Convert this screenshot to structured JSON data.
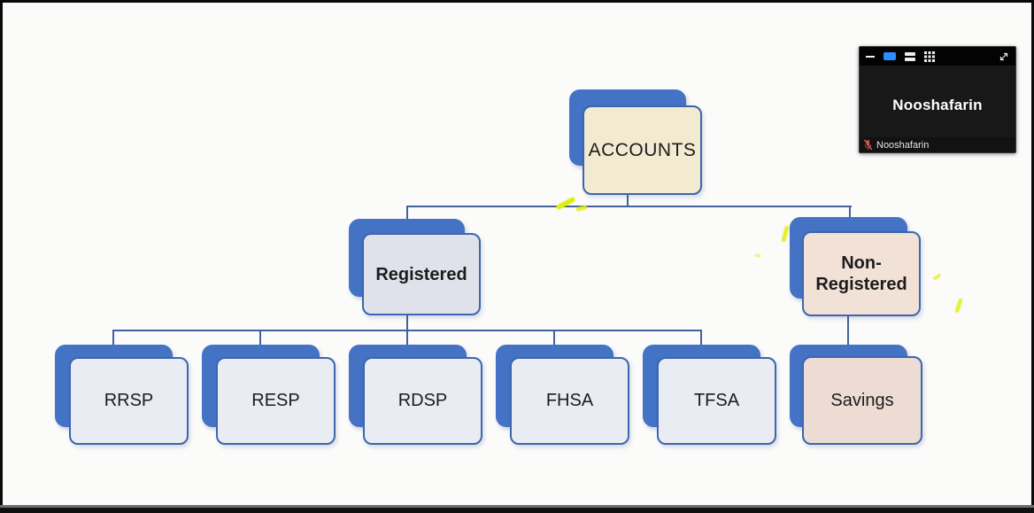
{
  "frame": {
    "background": "#fbfbfa",
    "border_color": "#0a0a0a",
    "bottom_bar_gray": "#6e6e6e"
  },
  "diagram": {
    "colors": {
      "connector": "#44619e",
      "back_shape_blue": "#4472c4",
      "border_blue": "#3c66ae",
      "annotation_yellow": "#e0ef06"
    },
    "root": {
      "label": "ACCOUNTS",
      "fill": "#f2ebd1"
    },
    "branches": [
      {
        "id": "registered",
        "label": "Registered",
        "fill": "#dfe2eb"
      },
      {
        "id": "non-registered",
        "label": "Non-\nRegistered",
        "fill": "#f2e1d7"
      }
    ],
    "leaves": [
      {
        "id": "rrsp",
        "label": "RRSP",
        "fill": "#e9ecf3"
      },
      {
        "id": "resp",
        "label": "RESP",
        "fill": "#e9ecf3"
      },
      {
        "id": "rdsp",
        "label": "RDSP",
        "fill": "#e9ecf3"
      },
      {
        "id": "fhsa",
        "label": "FHSA",
        "fill": "#e9ecf3"
      },
      {
        "id": "tfsa",
        "label": "TFSA",
        "fill": "#e9ecf3"
      },
      {
        "id": "savings",
        "label": "Savings",
        "fill": "#ecdcd3"
      }
    ]
  },
  "video_overlay": {
    "participant_name": "Nooshafarin",
    "name_tag": "Nooshafarin",
    "accent_blue": "#2d8cff",
    "mic_muted_color": "#d04a4a",
    "icons": [
      "minimize-icon",
      "active-speaker-view-icon",
      "strip-view-icon",
      "gallery-view-icon",
      "expand-icon",
      "mic-muted-icon"
    ]
  }
}
